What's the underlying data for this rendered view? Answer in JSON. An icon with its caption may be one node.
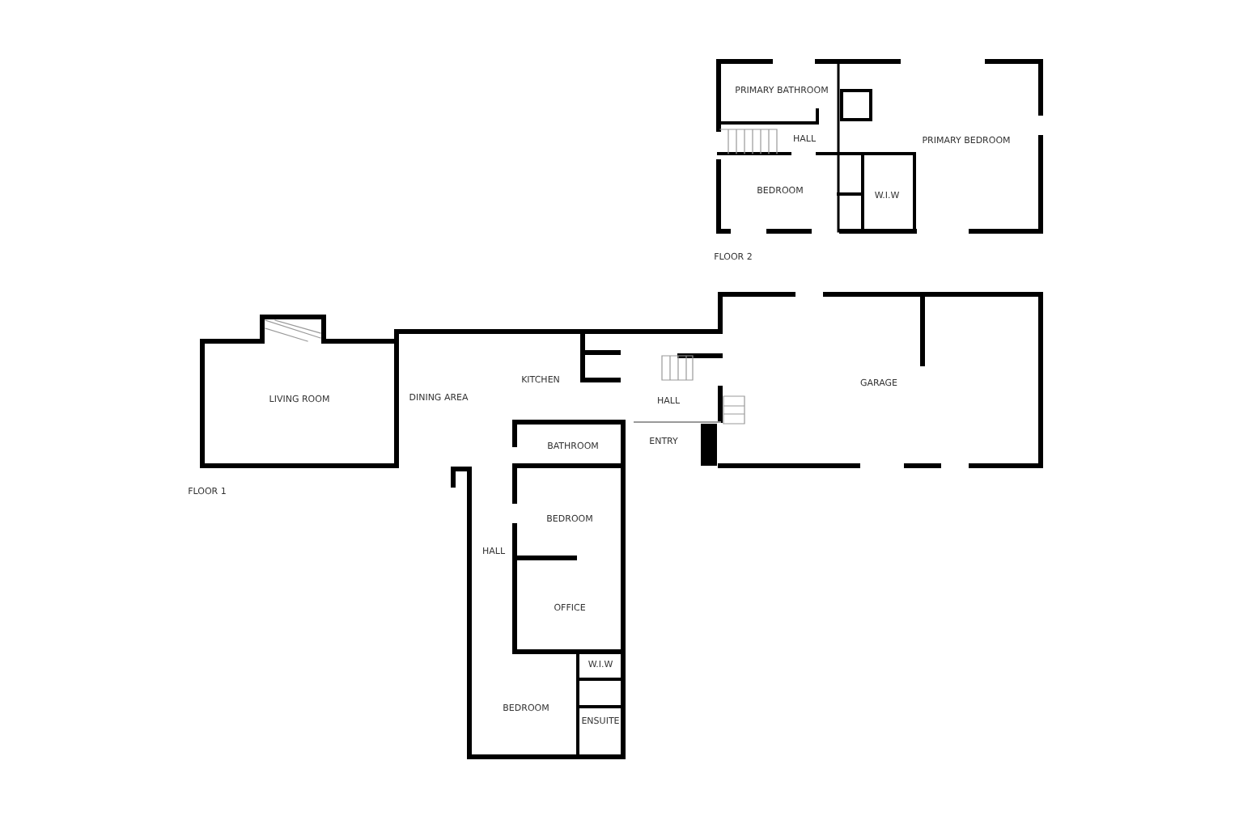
{
  "diagram": {
    "labels": [
      "PRIMARY BATHROOM",
      "HALL",
      "PRIMARY BEDROOM",
      "BEDROOM",
      "W.I.W",
      "FLOOR 2",
      "LIVING ROOM",
      "DINING AREA",
      "KITCHEN",
      "HALL",
      "GARAGE",
      "BATHROOM",
      "ENTRY",
      "FLOOR 1",
      "BEDROOM",
      "HALL",
      "OFFICE",
      "W.I.W",
      "BEDROOM",
      "ENSUITE"
    ]
  }
}
